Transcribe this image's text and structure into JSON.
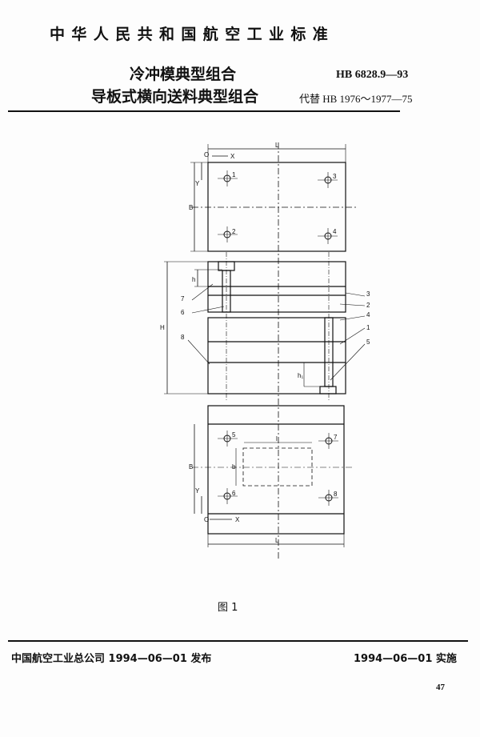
{
  "header": {
    "organization": "中华人民共和国航空工业标准",
    "title_line1": "冷冲模典型组合",
    "title_line2": "导板式横向送料典型组合",
    "standard_code": "HB 6828.9—93",
    "replaces": "代替 HB 1976～1977—75"
  },
  "drawing": {
    "dim_labels": {
      "L": "L",
      "B": "B",
      "H": "H",
      "X": "X",
      "Y": "Y",
      "O": "O",
      "h1": "h",
      "h2": "h₁",
      "l": "l",
      "b": "b"
    },
    "hole_numbers": [
      "1",
      "2",
      "3",
      "4",
      "5",
      "6",
      "7",
      "8"
    ],
    "part_numbers": {
      "left": [
        "7",
        "6",
        "8"
      ],
      "right": [
        "3",
        "2",
        "4",
        "1",
        "5"
      ]
    },
    "caption": "图 1"
  },
  "footer": {
    "publisher": "中国航空工业总公司 1994—06—01 发布",
    "implementation": "1994—06—01 实施",
    "page_number": "47"
  }
}
